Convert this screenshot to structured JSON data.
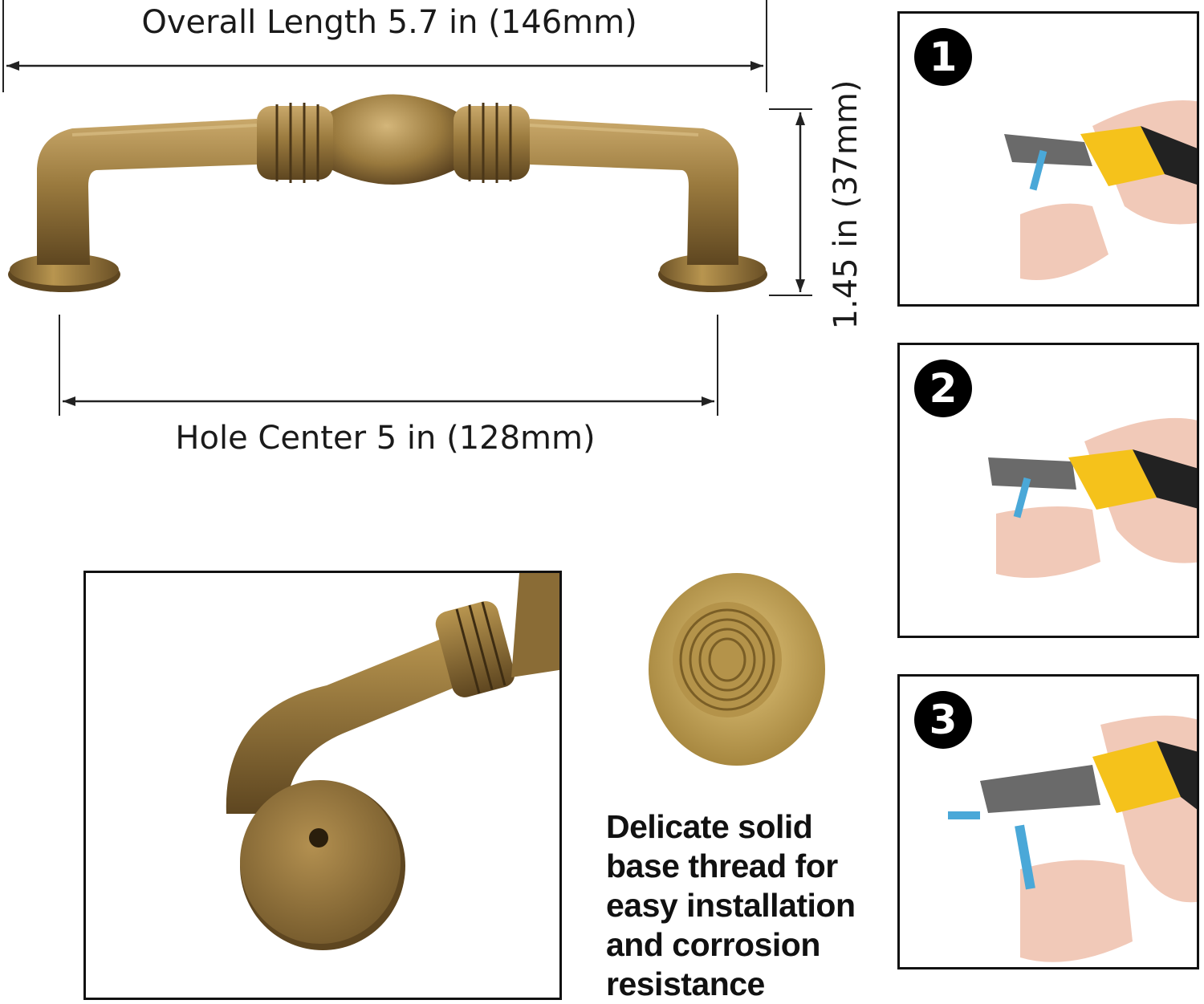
{
  "dimensions": {
    "overall_length": "Overall Length 5.7 in (146mm)",
    "hole_center": "Hole Center 5 in (128mm)",
    "height": "1.45 in (37mm)"
  },
  "steps": [
    {
      "number": "1"
    },
    {
      "number": "2"
    },
    {
      "number": "3"
    }
  ],
  "feature": {
    "lines": [
      "Delicate solid",
      "base thread for",
      "easy installation",
      "and corrosion",
      "resistance"
    ]
  },
  "colors": {
    "bronze": "#9a7a3e",
    "bronze_dark": "#5e4620",
    "bronze_light": "#c9a86a",
    "plier_yellow": "#f5c21b",
    "skin": "#f1c9b8",
    "wire_blue": "#4aa8d8"
  }
}
